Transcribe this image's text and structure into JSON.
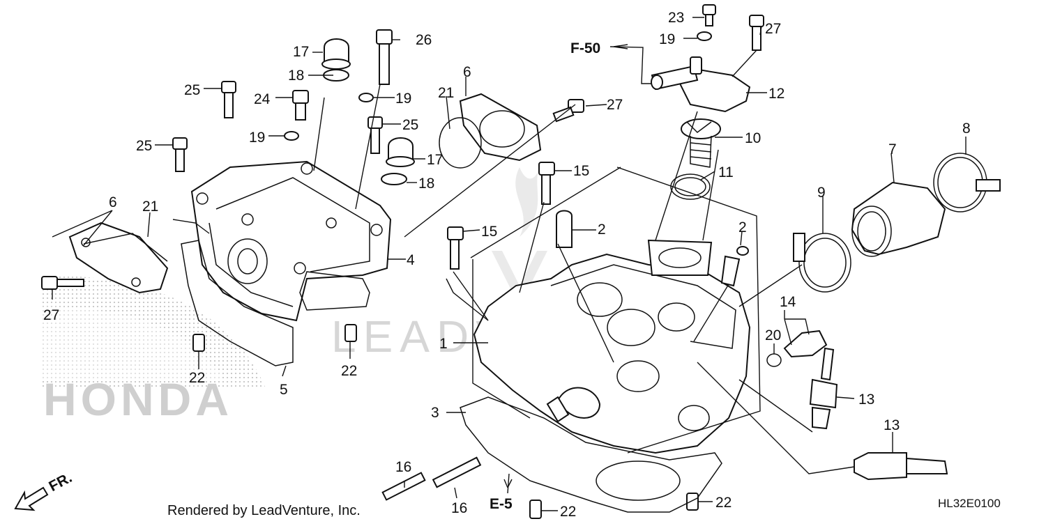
{
  "diagram": {
    "credit": "Rendered by LeadVenture, Inc.",
    "diagram_code": "HL32E0100",
    "watermark": "LEADVENTURE",
    "brand_watermark": "HONDA",
    "direction_label": "FR.",
    "refs": {
      "f50": "F-50",
      "e5": "E-5"
    },
    "callouts": [
      {
        "id": "c1",
        "label": "1"
      },
      {
        "id": "c2a",
        "label": "2"
      },
      {
        "id": "c2b",
        "label": "2"
      },
      {
        "id": "c3",
        "label": "3"
      },
      {
        "id": "c4",
        "label": "4"
      },
      {
        "id": "c5",
        "label": "5"
      },
      {
        "id": "c6a",
        "label": "6"
      },
      {
        "id": "c6b",
        "label": "6"
      },
      {
        "id": "c7",
        "label": "7"
      },
      {
        "id": "c8",
        "label": "8"
      },
      {
        "id": "c9",
        "label": "9"
      },
      {
        "id": "c10",
        "label": "10"
      },
      {
        "id": "c11",
        "label": "11"
      },
      {
        "id": "c12",
        "label": "12"
      },
      {
        "id": "c13a",
        "label": "13"
      },
      {
        "id": "c13b",
        "label": "13"
      },
      {
        "id": "c14",
        "label": "14"
      },
      {
        "id": "c15a",
        "label": "15"
      },
      {
        "id": "c15b",
        "label": "15"
      },
      {
        "id": "c16a",
        "label": "16"
      },
      {
        "id": "c16b",
        "label": "16"
      },
      {
        "id": "c17a",
        "label": "17"
      },
      {
        "id": "c17b",
        "label": "17"
      },
      {
        "id": "c18a",
        "label": "18"
      },
      {
        "id": "c18b",
        "label": "18"
      },
      {
        "id": "c19a",
        "label": "19"
      },
      {
        "id": "c19b",
        "label": "19"
      },
      {
        "id": "c19c",
        "label": "19"
      },
      {
        "id": "c20",
        "label": "20"
      },
      {
        "id": "c21a",
        "label": "21"
      },
      {
        "id": "c21b",
        "label": "21"
      },
      {
        "id": "c22a",
        "label": "22"
      },
      {
        "id": "c22b",
        "label": "22"
      },
      {
        "id": "c22c",
        "label": "22"
      },
      {
        "id": "c22d",
        "label": "22"
      },
      {
        "id": "c23",
        "label": "23"
      },
      {
        "id": "c24",
        "label": "24"
      },
      {
        "id": "c25a",
        "label": "25"
      },
      {
        "id": "c25b",
        "label": "25"
      },
      {
        "id": "c25c",
        "label": "25"
      },
      {
        "id": "c26",
        "label": "26"
      },
      {
        "id": "c27a",
        "label": "27"
      },
      {
        "id": "c27b",
        "label": "27"
      },
      {
        "id": "c27c",
        "label": "27"
      },
      {
        "id": "c27d",
        "label": "27"
      }
    ]
  }
}
